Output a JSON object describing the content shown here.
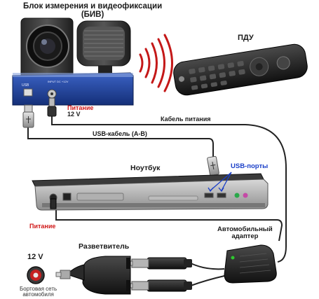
{
  "labels": {
    "biv_title_line1": "Блок измерения и видеофиксации",
    "biv_title_line2": "(БИВ)",
    "remote": "ПДУ",
    "power_top_line1": "Питание",
    "power_top_line2": "12 V",
    "power_cable": "Кабель питания",
    "usb_cable": "USB-кабель (A-B)",
    "laptop": "Ноутбук",
    "usb_ports": "USB-порты",
    "power_laptop": "Питание",
    "car_adapter_line1": "Автомобильный",
    "car_adapter_line2": "адаптер",
    "splitter": "Разветвитель",
    "voltage": "12 V",
    "onboard_line1": "Бортовая сеть",
    "onboard_line2": "автомобиля"
  },
  "colors": {
    "biv_body": "#1c3f9a",
    "red_text": "#d01818",
    "blue_text": "#1a3fc8",
    "cable": "#222222",
    "signal_waves": "#c41818",
    "led": "#2ec82e"
  }
}
